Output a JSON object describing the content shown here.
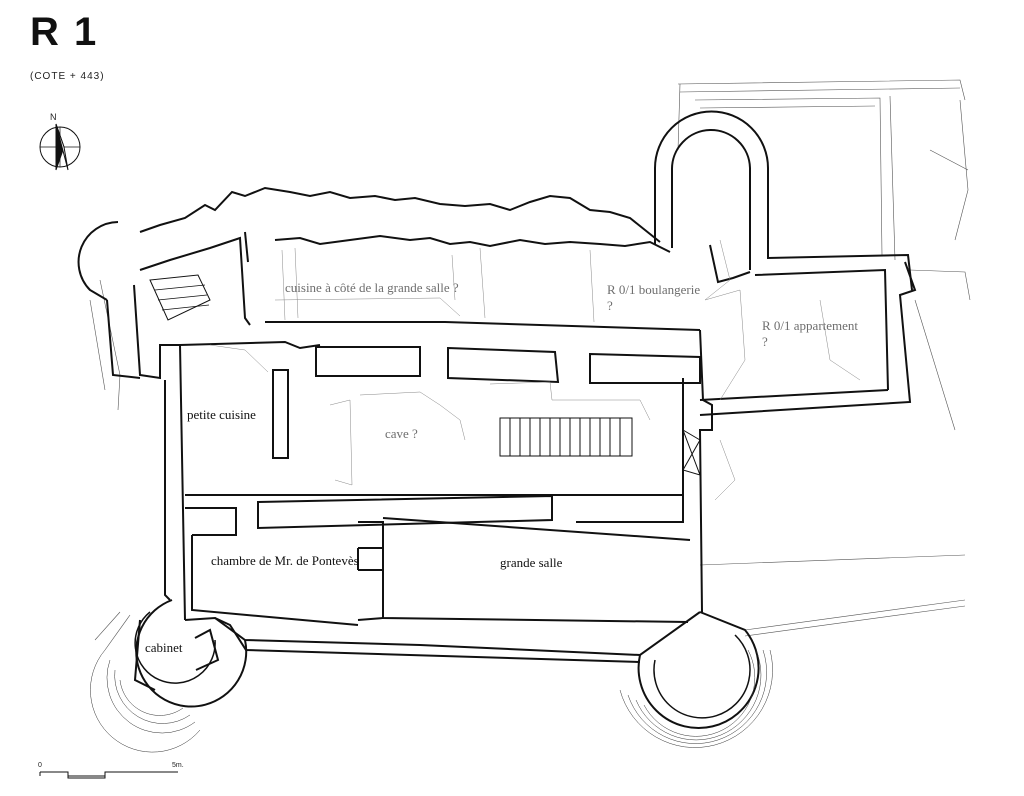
{
  "plan": {
    "title": "R 1",
    "elevation_note": "(COTE    + 443)",
    "north_letter": "N",
    "scale": {
      "start": "0",
      "end": "5m."
    }
  },
  "rooms": {
    "cuisine": "cuisine à côté de la grande salle ?",
    "boulangerie": "R 0/1 boulangerie ?",
    "appartement": "R 0/1 appartement ?",
    "petite_cuisine": "petite cuisine",
    "cave": "cave ?",
    "chambre": "chambre de Mr. de Pontevès",
    "grande_salle": "grande salle",
    "cabinet": "cabinet"
  },
  "colors": {
    "ink": "#111111",
    "hypothetical_label": "#6e6e6e",
    "known_label": "#111111"
  }
}
